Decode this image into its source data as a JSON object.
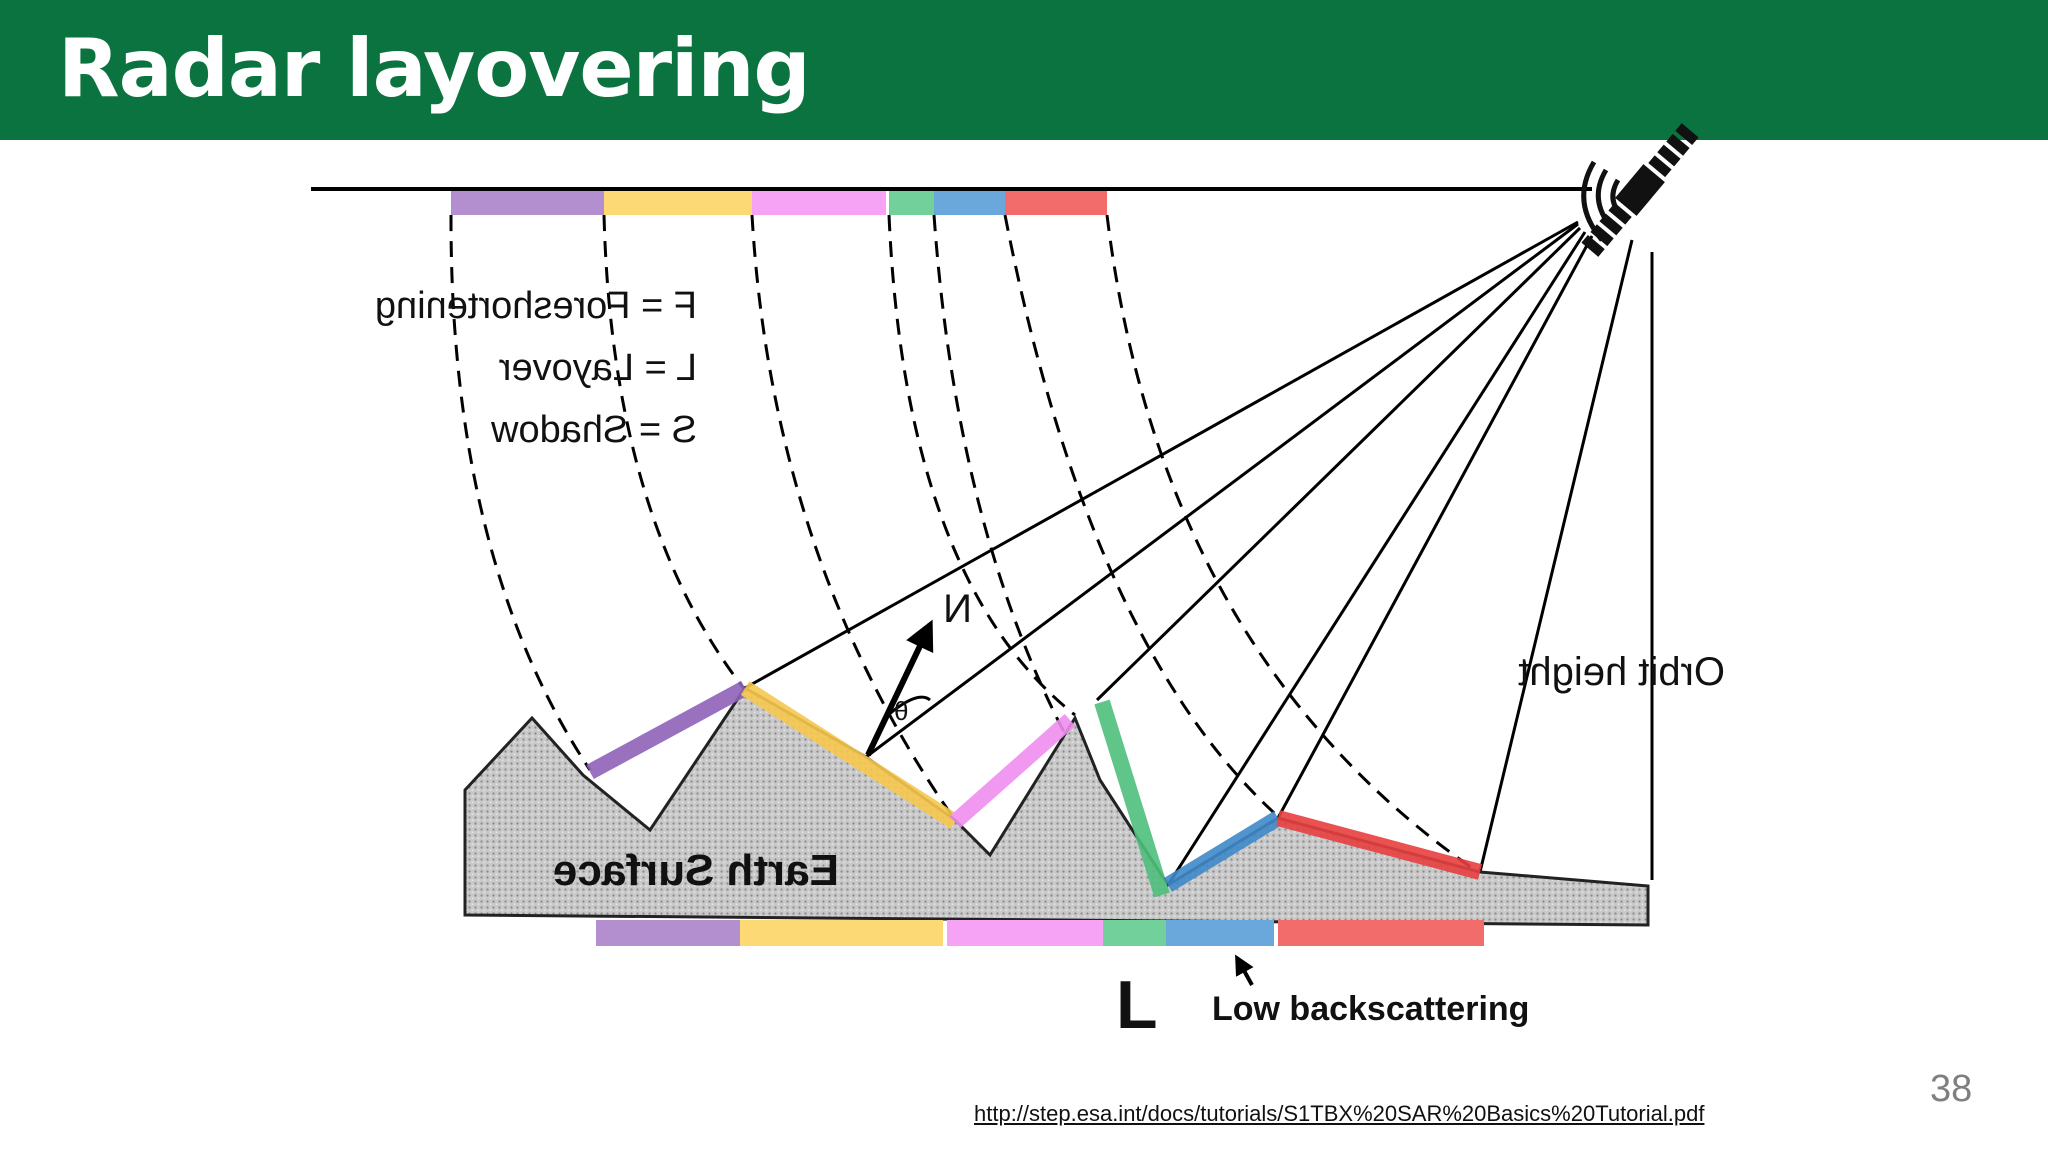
{
  "slide": {
    "title": "Radar layovering",
    "page_number": "38",
    "source_url": "http://step.esa.int/docs/tutorials/S1TBX%20SAR%20Basics%20Tutorial.pdf"
  },
  "diagram": {
    "legend": {
      "foreshortening": "F = Foreshortening",
      "layover": "L = Layover",
      "shadow": "S = Shadow"
    },
    "normal_label": "N",
    "angle_label": "θ",
    "orbit_height_label": "Orbit height",
    "surface_label": "Earth Surface",
    "layover_marker": "L",
    "low_backscatter_label": "Low backscattering",
    "segment_colors": {
      "purple": "#b48fd0",
      "yellow": "#fcd974",
      "pink": "#f7a3f5",
      "green": "#72d19b",
      "blue": "#6aa8dc",
      "red": "#f36c6c"
    },
    "accent_color": "#0b7340"
  }
}
